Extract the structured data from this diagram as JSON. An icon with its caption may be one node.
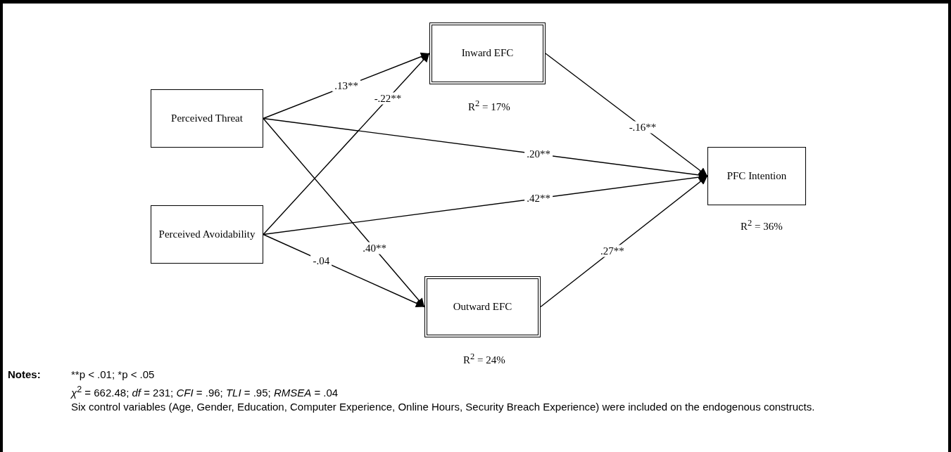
{
  "diagram": {
    "nodes": [
      {
        "text": [
          "Perceived Threat"
        ]
      },
      {
        "text": [
          "Perceived Avoidability"
        ]
      },
      {
        "text": [
          "Inward EFC"
        ],
        "beside": [
          "R$^{2}$ = 17%"
        ]
      },
      {
        "text": [
          "Outward EFC"
        ],
        "beside": [
          "R$^{2}$ = 24%"
        ]
      },
      {
        "text": [
          "PFC Intention"
        ],
        "beside": [
          "R$^{2}$ = 36%"
        ]
      }
    ],
    "edges": [
      {
        "from": 0,
        "to": 2,
        "arrow": "to",
        "label": ".13**"
      },
      {
        "from": 1,
        "to": 2,
        "arrow": "to",
        "label": "-.22**"
      },
      {
        "from": 0,
        "to": 4,
        "arrow": "to",
        "label": ".20**"
      },
      {
        "from": 1,
        "to": 4,
        "arrow": "to",
        "label": ".42**"
      },
      {
        "from": 0,
        "to": 3,
        "arrow": "to",
        "label": ".40**"
      },
      {
        "from": 1,
        "to": 3,
        "arrow": "to",
        "label": "-.04"
      },
      {
        "from": 2,
        "to": 4,
        "arrow": "to",
        "label": "-.16**"
      },
      {
        "from": 3,
        "to": 4,
        "arrow": "to",
        "label": ".27**"
      }
    ],
    "labels": [
      "Notes:",
      "**p < .01; *p < .05",
      "*χ*$^{2}$ = 662.48; *df* = 231; *CFI* = .96; *TLI* = .95; *RMSEA* = .04",
      "Six control variables (Age, Gender, Education, Computer Experience, Online Hours, Security Breach Experience) were included on the endogenous constructs."
    ]
  }
}
